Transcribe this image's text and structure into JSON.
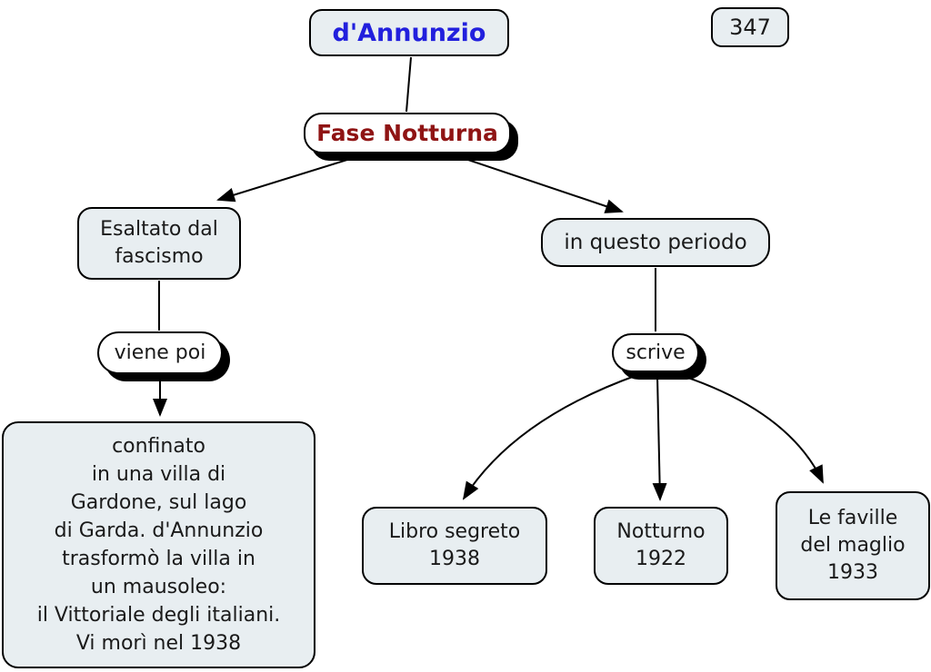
{
  "map": {
    "title_node": {
      "label": "d'Annunzio"
    },
    "page_number": {
      "label": "347"
    },
    "phase_node": {
      "label": "Fase Notturna"
    },
    "left_branch": {
      "concept": {
        "label": "Esaltato dal\nfascismo"
      },
      "link_phrase": {
        "label": "viene poi"
      },
      "detail": {
        "label": "confinato\nin una villa di\nGardone, sul lago\ndi Garda. d'Annunzio\ntrasformò la villa in\nun mausoleo:\nil Vittoriale degli italiani.\nVi morì nel 1938"
      }
    },
    "right_branch": {
      "concept": {
        "label": "in questo periodo"
      },
      "link_phrase": {
        "label": "scrive"
      },
      "works": [
        {
          "label": "Libro segreto\n1938"
        },
        {
          "label": "Notturno\n1922"
        },
        {
          "label": "Le faville\ndel maglio\n1933"
        }
      ]
    }
  },
  "colors": {
    "node_fill": "#e8eef1",
    "node_border": "#000000",
    "title_text": "#2220dd",
    "phase_text": "#8f1414",
    "connector": "#000000",
    "shadow": "#000000",
    "background": "#ffffff"
  }
}
